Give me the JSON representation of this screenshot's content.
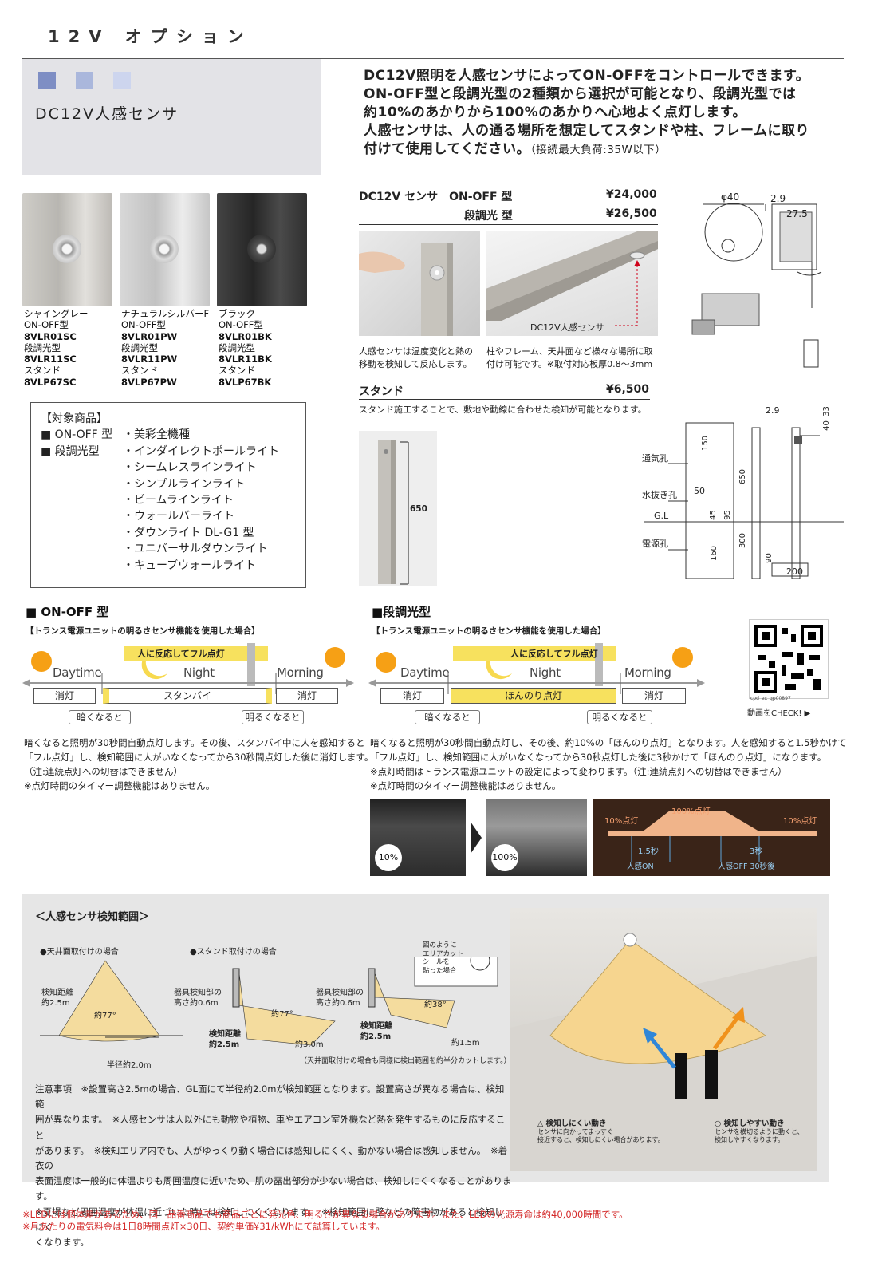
{
  "page": {
    "title": "12V オプション",
    "header_squares": [
      "#7e8ec4",
      "#aab7dc",
      "#cdd5ee"
    ],
    "product_name": "DC12V人感センサ"
  },
  "intro": {
    "line1": "DC12V照明を人感センサによってON-OFFをコントロールできます。",
    "line2": "ON-OFF型と段調光型の2種類から選択が可能となり、段調光型では",
    "line3": "約10%のあかりから100%のあかりへ心地よく点灯します。",
    "line4": "人感センサは、人の通る場所を想定してスタンドや柱、フレームに取り",
    "line5": "付けて使用してください。",
    "line5_note": "（接続最大負荷:35W以下）"
  },
  "variants": [
    {
      "name": "シャイングレー",
      "onoff_label": "ON-OFF型",
      "onoff_code": "8VLR01SC",
      "dim_label": "段調光型",
      "dim_code": "8VLR11SC",
      "stand_label": "スタンド",
      "stand_code": "8VLP67SC"
    },
    {
      "name": "ナチュラルシルバーF",
      "onoff_label": "ON-OFF型",
      "onoff_code": "8VLR01PW",
      "dim_label": "段調光型",
      "dim_code": "8VLR11PW",
      "stand_label": "スタンド",
      "stand_code": "8VLP67PW"
    },
    {
      "name": "ブラック",
      "onoff_label": "ON-OFF型",
      "onoff_code": "8VLR01BK",
      "dim_label": "段調光型",
      "dim_code": "8VLR11BK",
      "stand_label": "スタンド",
      "stand_code": "8VLP67BK"
    }
  ],
  "target": {
    "heading": "【対象商品】",
    "onoff_label": "■ ON-OFF 型",
    "onoff_items": [
      "・美彩全機種"
    ],
    "dim_label": "■ 段調光型",
    "dim_items": [
      "・インダイレクトポールライト",
      "・シームレスラインライト",
      "・シンプルラインライト",
      "・ビームラインライト",
      "・ウォールバーライト",
      "・ダウンライト DL-G1 型",
      "・ユニバーサルダウンライト",
      "・キューブウォールライト"
    ]
  },
  "sensor": {
    "model_line": "DC12V センサ　ON-OFF 型",
    "onoff_price": "¥24,000",
    "dim_label": "段調光 型",
    "dim_price": "¥26,500",
    "callout": "DC12V人感センサ",
    "caption_left": [
      "人感センサは温度変化と熱の",
      "移動を検知して反応します。"
    ],
    "caption_right": [
      "柱やフレーム、天井面など様々な場所に取",
      "付け可能です。※取付対応板厚0.8～3mm"
    ],
    "dims": {
      "diameter": "φ40",
      "depth": "27.5",
      "thick": "2.9"
    }
  },
  "stand": {
    "label": "スタンド",
    "price": "¥6,500",
    "caption": "スタンド施工することで、敷地や動線に合わせた検知が可能となります。",
    "height_label": "650",
    "drawing": {
      "vent": "通気孔",
      "drain": "水抜き孔",
      "gl": "G.L",
      "power": "電源孔",
      "d150": "150",
      "d50": "50",
      "d45": "45",
      "d95": "95",
      "d650": "650",
      "d300": "300",
      "d160": "160",
      "d90": "90",
      "d200": "200",
      "d29": "2.9",
      "d40": "40",
      "d33": "33"
    }
  },
  "onoff": {
    "heading": "■ ON-OFF 型",
    "sub": "【トランス電源ユニットの明るさセンサ機能を使用した場合】",
    "banner": "人に反応してフル点灯",
    "daytime": "Daytime",
    "night": "Night",
    "morning": "Morning",
    "state_off1": "消灯",
    "state_standby": "スタンバイ",
    "state_off2": "消灯",
    "pill_dark": "暗くなると",
    "pill_bright": "明るくなると",
    "text": [
      "暗くなると照明が30秒間自動点灯します。その後、スタンバイ中に人を感知すると",
      "「フル点灯」し、検知範囲に人がいなくなってから30秒間点灯した後に消灯します。",
      "（注:連続点灯への切替はできません）",
      "※点灯時間のタイマー調整機能はありません。"
    ]
  },
  "dim": {
    "heading": "■段調光型",
    "sub": "【トランス電源ユニットの明るさセンサ機能を使用した場合】",
    "banner": "人に反応してフル点灯",
    "daytime": "Daytime",
    "night": "Night",
    "morning": "Morning",
    "state_off1": "消灯",
    "state_dim": "ほんのり点灯",
    "state_off2": "消灯",
    "pill_dark": "暗くなると",
    "pill_bright": "明るくなると",
    "text": [
      "暗くなると照明が30秒間自動点灯し、その後、約10%の「ほんのり点灯」となります。人を感知すると1.5秒かけて",
      "「フル点灯」し、検知範囲に人がいなくなってから30秒点灯した後に3秒かけて「ほんのり点灯」になります。",
      "※点灯時間はトランス電源ユニットの設定によって変わります。（注:連続点灯への切替はできません）",
      "※点灯時間のタイマー調整機能はありません。"
    ],
    "pct_low": "10%",
    "pct_high": "100%",
    "graph": {
      "low_left": "10%点灯",
      "full": "100%点灯",
      "low_right": "10%点灯",
      "t_up": "1.5秒",
      "t_down": "3秒",
      "on": "人感ON",
      "off": "人感OFF 30秒後"
    }
  },
  "qr": {
    "code": "cpd_ex_qp00897",
    "cta": "動画をCHECK! ▶"
  },
  "range": {
    "heading": "＜人感センサ検知範囲＞",
    "ceiling": "●天井面取付けの場合",
    "stand": "●スタンド取付けの場合",
    "dist_label": [
      "検知距離",
      "約2.5m"
    ],
    "angle77": "約77°",
    "radius": "半径約2.0m",
    "h06a": [
      "器具検知部の",
      "高さ約0.6m"
    ],
    "h06b": [
      "器具検知部の",
      "高さ約0.6m"
    ],
    "dist25": [
      "検知距離",
      "約2.5m"
    ],
    "dist30": "約3.0m",
    "angle38": "約38°",
    "dist15": "約1.5m",
    "cut_note": [
      "図のように",
      "エリアカット",
      "シールを",
      "貼った場合"
    ],
    "cut_foot": "（天井面取付けの場合も同様に検出範囲を約半分カットします。）",
    "notes": [
      "注意事項　※設置高さ2.5mの場合、GL面にて半径約2.0mが検知範囲となります。設置高さが異なる場合は、検知範",
      "囲が異なります。　※人感センサは人以外にも動物や植物、車やエアコン室外機など熱を発生するものに反応すること",
      "があります。　※検知エリア内でも、人がゆっくり動く場合には感知しにくく、動かない場合は感知しません。　※着衣の",
      "表面温度は一般的に体温よりも周囲温度に近いため、肌の露出部分が少ない場合は、検知しにくくなることがあります。",
      "※夏場など周囲温度が体温に近づいた時には検知しにくくなります。　※検知範囲に壁などの障害物があると検知しにく",
      "くなります。"
    ],
    "hard": "△ 検知しにくい動き",
    "hard_sub": [
      "センサに向かってまっすぐ",
      "接近すると、検知しにくい場合があります。"
    ],
    "easy": "○ 検知しやすい動き",
    "easy_sub": [
      "センサを横切るように動くと、",
      "検知しやすくなります。"
    ]
  },
  "footer": {
    "line1": "※LEDには個体差があるため、同一品番商品でも商品ごとに発光色、明るさが異なる場合があります。また、LEDの光源寿命は約40,000時間です。",
    "line2": "※月あたりの電気料金は1日8時間点灯×30日、契約単価¥31/kWhにて試算しています。"
  }
}
